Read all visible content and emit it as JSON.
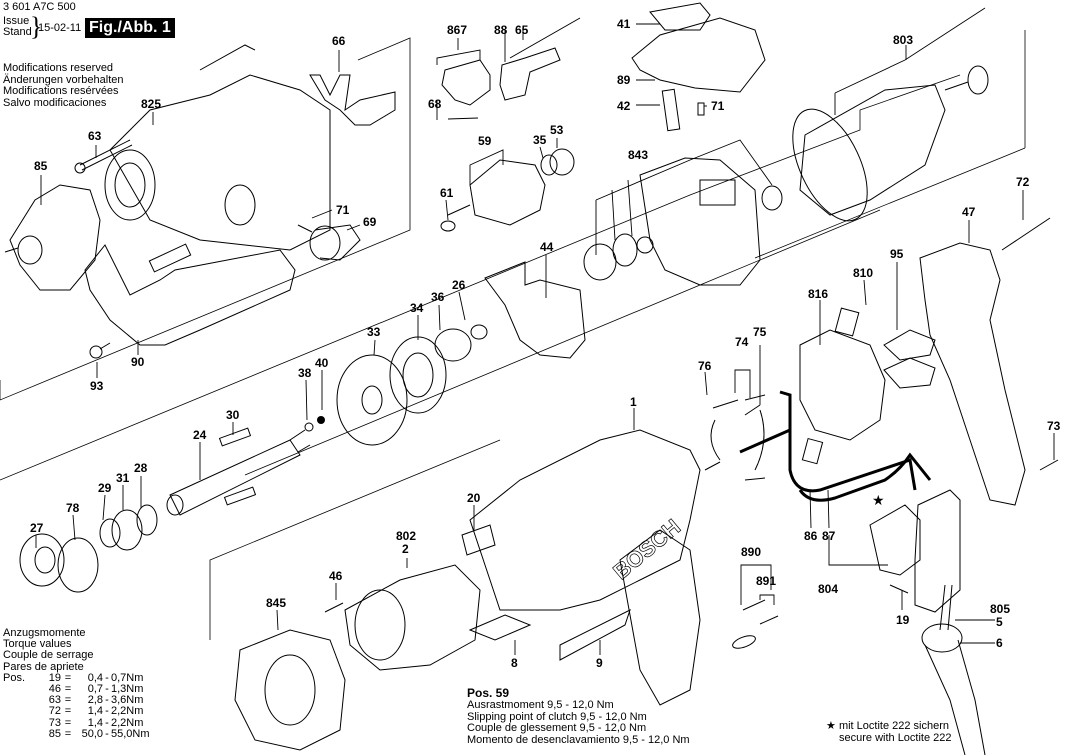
{
  "header": {
    "part_number": "3 601 A7C 500",
    "issue_label": "Issue",
    "stand_label": "Stand",
    "issue_date": "15-02-11",
    "figure_label": "Fig./Abb. 1"
  },
  "modifications": [
    "Modifications reserved",
    "Änderungen vorbehalten",
    "Modifications resérvées",
    "Salvo modificaciones"
  ],
  "torque": {
    "titles": [
      "Anzugsmomente",
      "Torque values",
      "Couple de serrage",
      "Pares de apriete"
    ],
    "pos_prefix": "Pos.",
    "rows": [
      {
        "pos": "19",
        "min": "0,4",
        "max": "0,7",
        "unit": "Nm"
      },
      {
        "pos": "46",
        "min": "0,7",
        "max": "1,3",
        "unit": "Nm"
      },
      {
        "pos": "63",
        "min": "2,8",
        "max": "3,6",
        "unit": "Nm"
      },
      {
        "pos": "72",
        "min": "1,4",
        "max": "2,2",
        "unit": "Nm"
      },
      {
        "pos": "73",
        "min": "1,4",
        "max": "2,2",
        "unit": "Nm"
      },
      {
        "pos": "85",
        "min": "50,0",
        "max": "55,0",
        "unit": "Nm"
      }
    ]
  },
  "pos59": {
    "title": "Pos. 59",
    "lines": [
      "Ausrastmoment  9,5 - 12,0 Nm",
      "Slipping point of clutch  9,5 - 12,0 Nm",
      "Couple de glessement  9,5 - 12,0 Nm",
      "Momento de desenclavamiento  9,5 - 12,0 Nm"
    ]
  },
  "loctite_note": {
    "symbol": "★",
    "line1": "mit Loctite 222 sichern",
    "line2": "secure with Loctite 222"
  },
  "part_labels": [
    {
      "id": "66",
      "text": "66"
    },
    {
      "id": "867",
      "text": "867"
    },
    {
      "id": "88",
      "text": "88"
    },
    {
      "id": "65",
      "text": "65"
    },
    {
      "id": "41",
      "text": "41"
    },
    {
      "id": "803",
      "text": "803"
    },
    {
      "id": "825",
      "text": "825"
    },
    {
      "id": "89",
      "text": "89"
    },
    {
      "id": "68",
      "text": "68"
    },
    {
      "id": "42",
      "text": "42"
    },
    {
      "id": "71a",
      "text": "71"
    },
    {
      "id": "63",
      "text": "63"
    },
    {
      "id": "59",
      "text": "59"
    },
    {
      "id": "35",
      "text": "35"
    },
    {
      "id": "53",
      "text": "53"
    },
    {
      "id": "843",
      "text": "843"
    },
    {
      "id": "85",
      "text": "85"
    },
    {
      "id": "61",
      "text": "61"
    },
    {
      "id": "71b",
      "text": "71"
    },
    {
      "id": "69",
      "text": "69"
    },
    {
      "id": "72",
      "text": "72"
    },
    {
      "id": "47",
      "text": "47"
    },
    {
      "id": "44",
      "text": "44"
    },
    {
      "id": "95",
      "text": "95"
    },
    {
      "id": "810",
      "text": "810"
    },
    {
      "id": "816",
      "text": "816"
    },
    {
      "id": "34",
      "text": "34"
    },
    {
      "id": "36",
      "text": "36"
    },
    {
      "id": "26",
      "text": "26"
    },
    {
      "id": "33",
      "text": "33"
    },
    {
      "id": "74",
      "text": "74"
    },
    {
      "id": "75",
      "text": "75"
    },
    {
      "id": "90",
      "text": "90"
    },
    {
      "id": "40",
      "text": "40"
    },
    {
      "id": "38",
      "text": "38"
    },
    {
      "id": "93",
      "text": "93"
    },
    {
      "id": "76",
      "text": "76"
    },
    {
      "id": "30",
      "text": "30"
    },
    {
      "id": "1",
      "text": "1"
    },
    {
      "id": "24",
      "text": "24"
    },
    {
      "id": "73",
      "text": "73"
    },
    {
      "id": "28",
      "text": "28"
    },
    {
      "id": "31",
      "text": "31"
    },
    {
      "id": "29",
      "text": "29"
    },
    {
      "id": "78",
      "text": "78"
    },
    {
      "id": "20",
      "text": "20"
    },
    {
      "id": "27",
      "text": "27"
    },
    {
      "id": "86",
      "text": "86"
    },
    {
      "id": "87",
      "text": "87"
    },
    {
      "id": "802",
      "text": "802"
    },
    {
      "id": "2",
      "text": "2"
    },
    {
      "id": "890",
      "text": "890"
    },
    {
      "id": "891",
      "text": "891"
    },
    {
      "id": "46",
      "text": "46"
    },
    {
      "id": "804",
      "text": "804"
    },
    {
      "id": "845",
      "text": "845"
    },
    {
      "id": "805",
      "text": "805"
    },
    {
      "id": "5",
      "text": "5"
    },
    {
      "id": "19",
      "text": "19"
    },
    {
      "id": "6",
      "text": "6"
    },
    {
      "id": "8",
      "text": "8"
    },
    {
      "id": "9",
      "text": "9"
    }
  ],
  "brand_text": "BOSCH"
}
